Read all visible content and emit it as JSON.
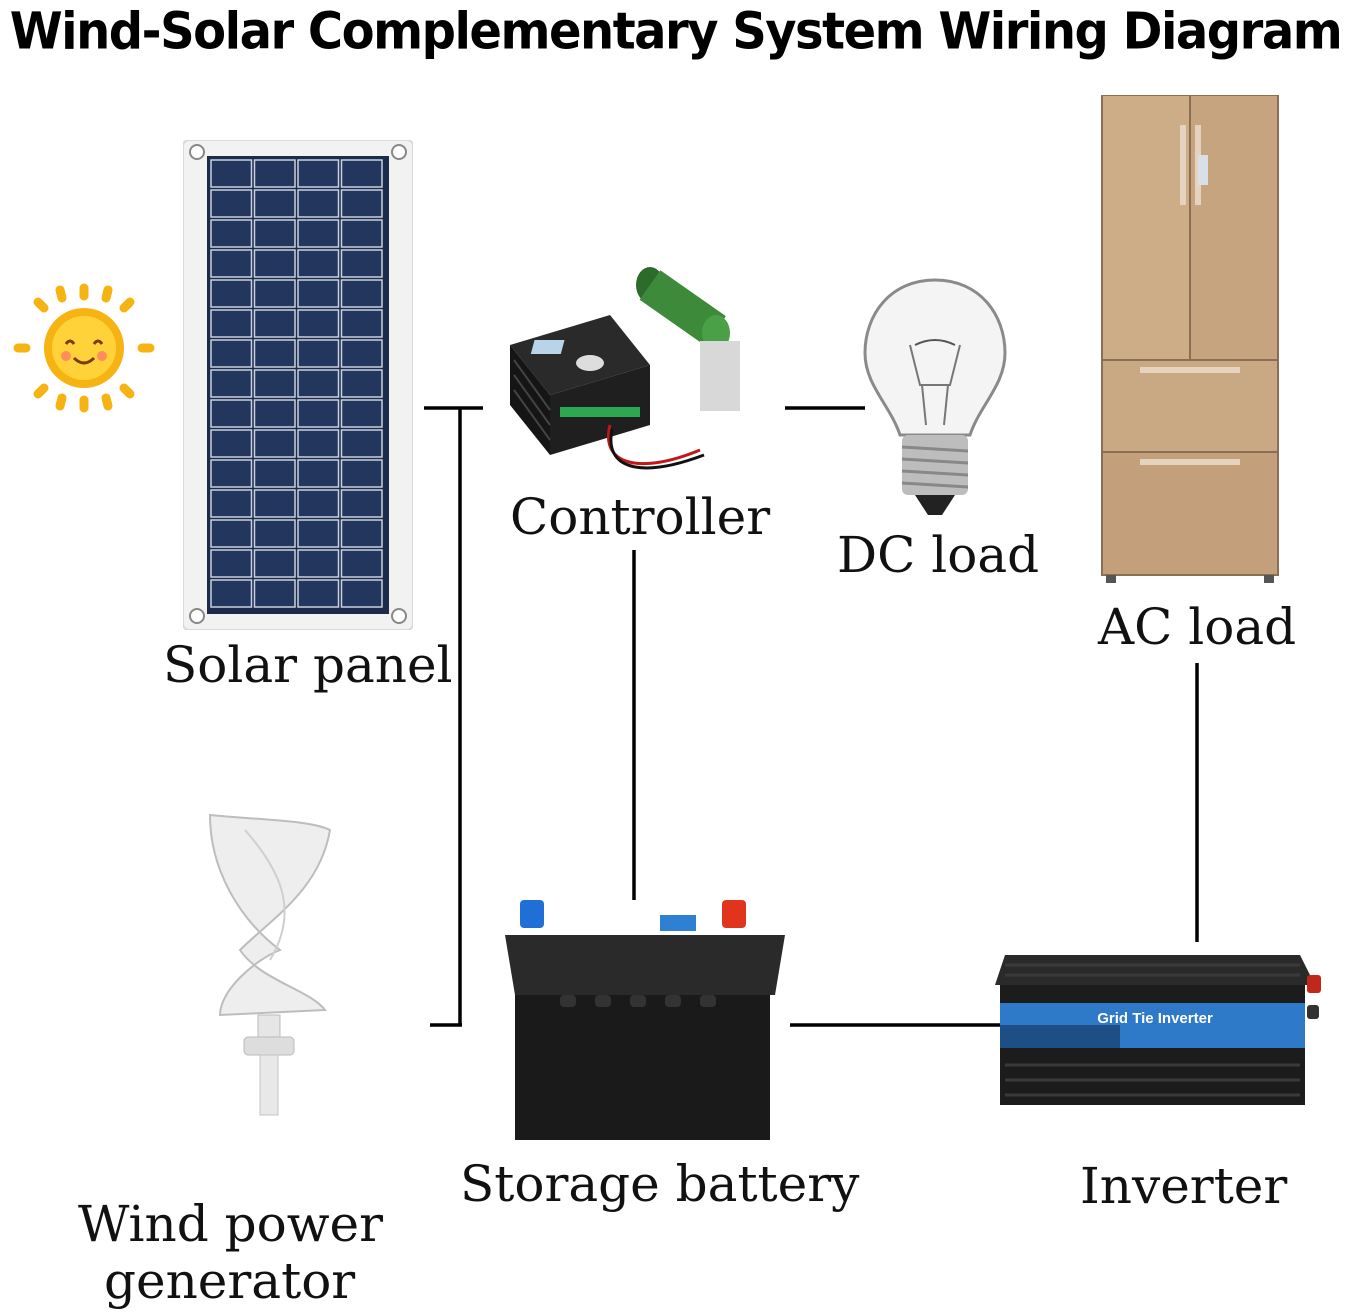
{
  "title": "Wind-Solar Complementary System Wiring Diagram",
  "components": {
    "solar_panel": "Solar panel",
    "controller": "Controller",
    "dc_load": "DC load",
    "ac_load": "AC load",
    "storage_battery": "Storage battery",
    "inverter": "Inverter",
    "wind_generator_line1": "Wind power",
    "wind_generator_line2": "generator"
  },
  "inverter_badge": "Grid Tie Inverter",
  "colors": {
    "wire": "#000000",
    "sun": "#f6b312",
    "panel_cell": "#1c2b4a",
    "fridge": "#c8a783",
    "battery": "#1a1a1a",
    "terminal_positive": "#e0341c",
    "terminal_negative": "#1f6fd6",
    "resistor": "#3d8a3a"
  }
}
